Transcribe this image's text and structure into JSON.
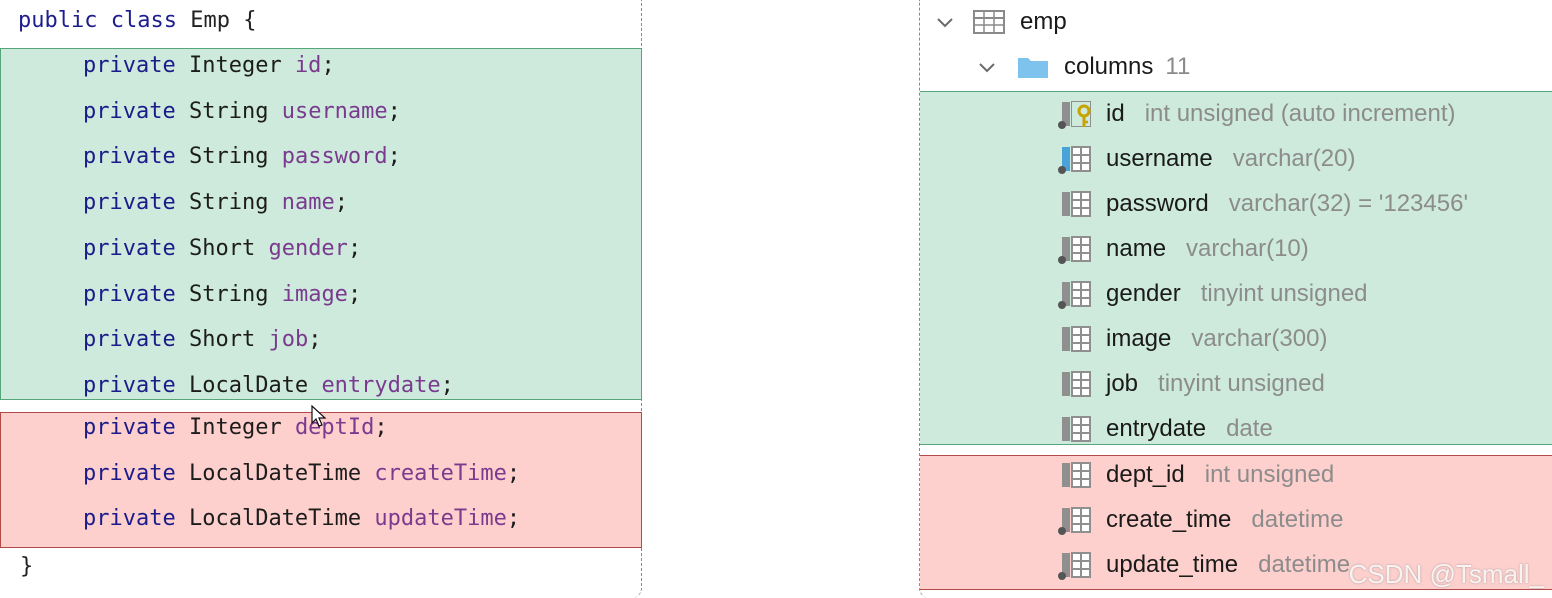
{
  "code": {
    "header": {
      "kw1": "public",
      "kw2": "class",
      "name": "Emp",
      "brace": "{"
    },
    "mapped_fields": [
      {
        "kw": "private",
        "type": "Integer",
        "name": "id"
      },
      {
        "kw": "private",
        "type": "String",
        "name": "username"
      },
      {
        "kw": "private",
        "type": "String",
        "name": "password"
      },
      {
        "kw": "private",
        "type": "String",
        "name": "name"
      },
      {
        "kw": "private",
        "type": "Short",
        "name": "gender"
      },
      {
        "kw": "private",
        "type": "String",
        "name": "image"
      },
      {
        "kw": "private",
        "type": "Short",
        "name": "job"
      },
      {
        "kw": "private",
        "type": "LocalDate",
        "name": "entrydate"
      }
    ],
    "unmapped_fields": [
      {
        "kw": "private",
        "type": "Integer",
        "name": "deptId"
      },
      {
        "kw": "private",
        "type": "LocalDateTime",
        "name": "createTime"
      },
      {
        "kw": "private",
        "type": "LocalDateTime",
        "name": "updateTime"
      }
    ],
    "semicolon": ";",
    "footer": "}"
  },
  "db": {
    "table": {
      "name": "emp",
      "icon": "table-icon"
    },
    "columns_folder": {
      "label": "columns",
      "count": "11",
      "icon": "folder-icon"
    },
    "mapped_columns": [
      {
        "name": "id",
        "type": "int unsigned (auto increment)",
        "icon": "primary-key-column-icon"
      },
      {
        "name": "username",
        "type": "varchar(20)",
        "icon": "unique-column-icon"
      },
      {
        "name": "password",
        "type": "varchar(32) = '123456'",
        "icon": "column-icon"
      },
      {
        "name": "name",
        "type": "varchar(10)",
        "icon": "not-null-column-icon"
      },
      {
        "name": "gender",
        "type": "tinyint unsigned",
        "icon": "not-null-column-icon"
      },
      {
        "name": "image",
        "type": "varchar(300)",
        "icon": "column-icon"
      },
      {
        "name": "job",
        "type": "tinyint unsigned",
        "icon": "column-icon"
      },
      {
        "name": "entrydate",
        "type": "date",
        "icon": "column-icon"
      }
    ],
    "unmapped_columns": [
      {
        "name": "dept_id",
        "type": "int unsigned",
        "icon": "column-icon"
      },
      {
        "name": "create_time",
        "type": "datetime",
        "icon": "not-null-column-icon"
      },
      {
        "name": "update_time",
        "type": "datetime",
        "icon": "not-null-column-icon"
      }
    ]
  },
  "watermark": "CSDN @Tsmall_",
  "colors": {
    "green_bg": "#cdeadc",
    "green_border": "#55a77a",
    "red_bg": "#fdd0cd",
    "red_border": "#b34a4a",
    "keyword": "#1b1b8a",
    "field_name": "#7a3b8f"
  }
}
